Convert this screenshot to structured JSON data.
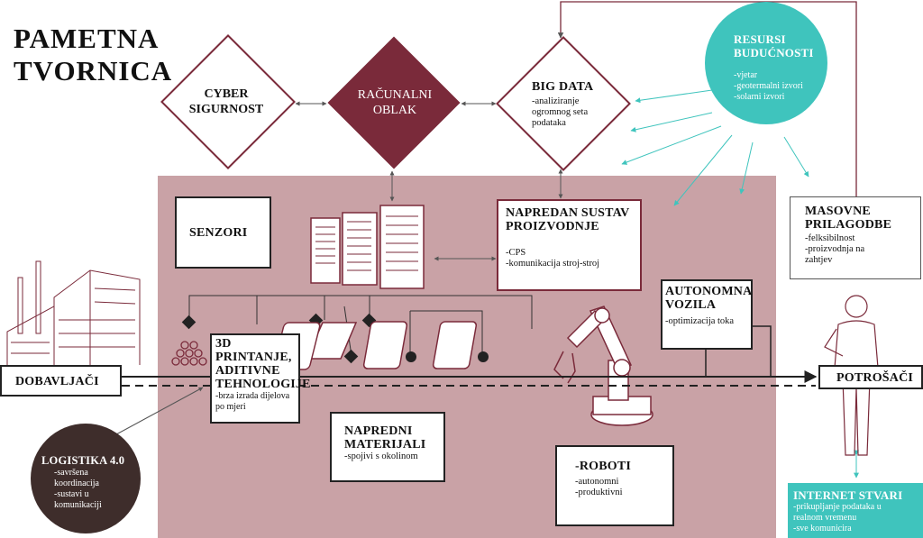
{
  "title": {
    "line1": "PAMETNA",
    "line2": "TVORNICA"
  },
  "cyber": {
    "line1": "CYBER",
    "line2": "SIGURNOST"
  },
  "oblak": {
    "line1": "RAČUNALNI",
    "line2": "OBLAK"
  },
  "bigdata": {
    "title": "BIG DATA",
    "items": [
      "-analiziranje",
      "ogromnog seta",
      "podataka"
    ]
  },
  "resursi": {
    "line1": "RESURSI",
    "line2": "BUDUĆNOSTI",
    "items": [
      "-vjetar",
      "-geotermalni izvori",
      "-solarni izvori"
    ]
  },
  "senzori": {
    "title": "SENZORI"
  },
  "napredan": {
    "line1": "NAPREDAN SUSTAV",
    "line2": "PROIZVODNJE",
    "items": [
      "-CPS",
      "-komunikacija stroj-stroj"
    ]
  },
  "masovne": {
    "line1": "MASOVNE",
    "line2": "PRILAGODBE",
    "items": [
      "-felksibilnost",
      "-proizvodnja na",
      "zahtjev"
    ]
  },
  "vozila": {
    "line1": "AUTONOMNA",
    "line2": "VOZILA",
    "items": [
      "-optimizacija toka"
    ]
  },
  "printanje": {
    "lines": [
      "3D",
      "PRINTANJE,",
      "ADITIVNE",
      "TEHNOLOGIJE"
    ],
    "items": [
      "-brza izrada dijelova",
      "po mjeri"
    ]
  },
  "dobavljaci": {
    "label": "DOBAVLJAČI"
  },
  "potrosaci": {
    "label": "POTROŠAČI"
  },
  "materijali": {
    "line1": "NAPREDNI",
    "line2": "MATERIJALI",
    "items": [
      "-spojivi s okolinom"
    ]
  },
  "roboti": {
    "title": "-ROBOTI",
    "items": [
      "-autonomni",
      "-produktivni"
    ]
  },
  "logistika": {
    "title": "LOGISTIKA 4.0",
    "items": [
      "-savršena",
      "koordinacija",
      "-sustavi u",
      "komunikaciji"
    ]
  },
  "iot": {
    "title": "INTERNET STVARI",
    "items": [
      "-prikupljanje podataka u",
      "realnom vremenu",
      "-sve komunicira"
    ]
  },
  "colors": {
    "factory_bg": "#c9a2a6",
    "oblak": "#7a2a3a",
    "teal": "#3fc4bd",
    "logistika": "#3e2d2b",
    "line": "#222222"
  }
}
